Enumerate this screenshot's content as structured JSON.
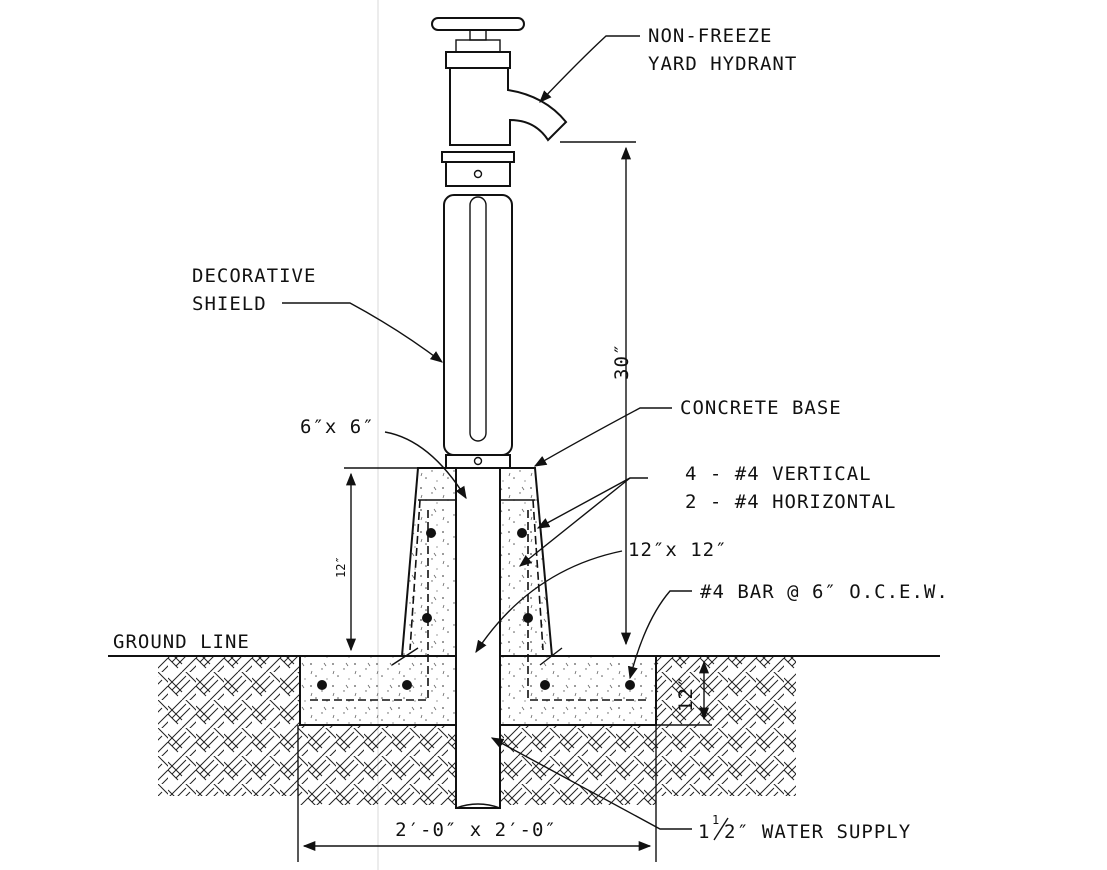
{
  "labels": {
    "hydrant_line1": "NON-FREEZE",
    "hydrant_line2": "YARD HYDRANT",
    "shield_line1": "DECORATIVE",
    "shield_line2": "SHIELD",
    "concrete_base": "CONCRETE BASE",
    "top_size": "6″x 6″",
    "vertical_bars": "4 - #4 VERTICAL",
    "horizontal_bars": "2 - #4 HORIZONTAL",
    "mid_size": "12″x 12″",
    "bar_spacing": "#4 BAR @ 6″ O.C.E.W.",
    "ground_line": "GROUND LINE",
    "water_supply_prefix": "1",
    "water_supply_fraction_num": "1",
    "water_supply_fraction_den": "2",
    "water_supply_suffix": "″ WATER SUPPLY"
  },
  "dimensions": {
    "height_above": "30″",
    "pedestal_height": "12″",
    "footing_depth": "12″",
    "footing_width": "2′-0″ x 2′-0″"
  }
}
